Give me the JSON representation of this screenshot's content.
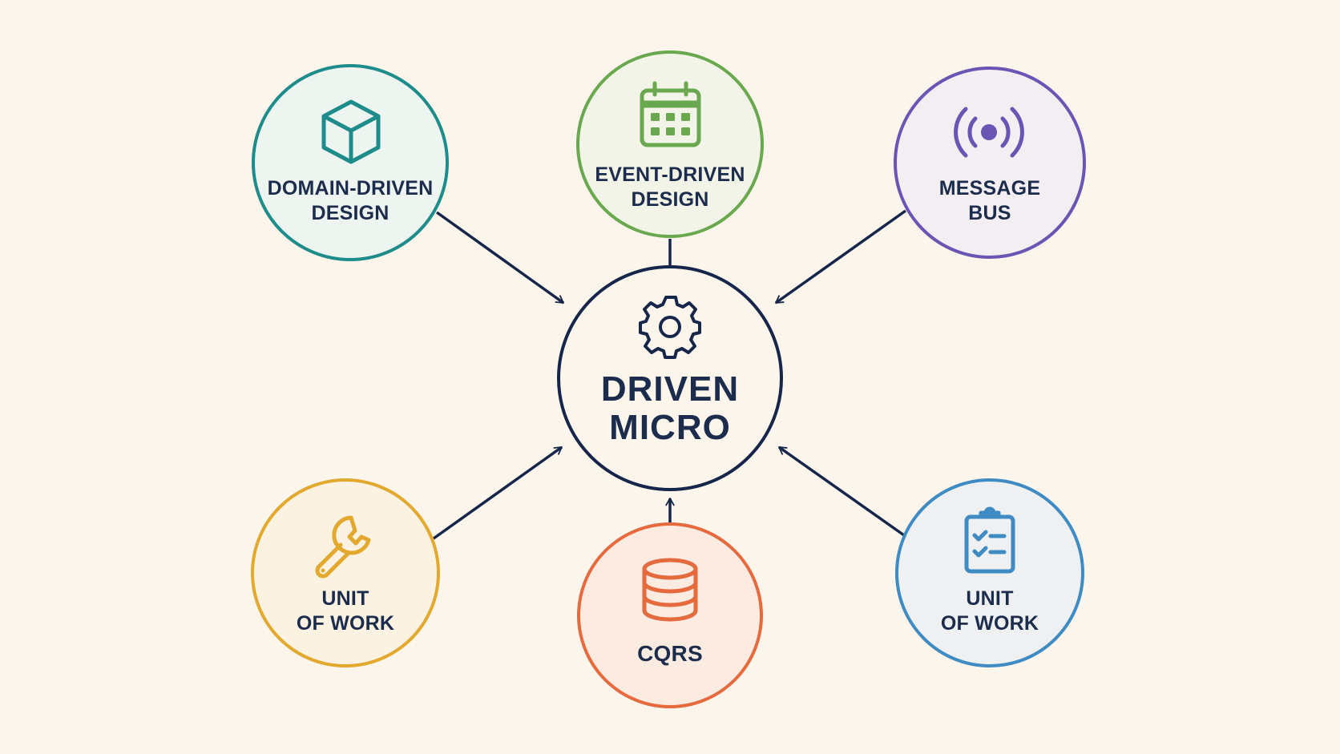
{
  "center": {
    "lines": [
      "DRIVEN",
      "MICRO"
    ],
    "icon": "gear-icon",
    "color": "#16264a"
  },
  "nodes": [
    {
      "id": "domain-driven-design",
      "lines": [
        "DOMAIN-DRIVEN",
        "DESIGN"
      ],
      "icon": "cube-icon",
      "color": "#1f8c8c",
      "fill": "#eef4ef"
    },
    {
      "id": "event-driven-design",
      "lines": [
        "EVENT-DRIVEN",
        "DESIGN"
      ],
      "icon": "calendar-icon",
      "color": "#6aa84f",
      "fill": "#f1f4e6"
    },
    {
      "id": "message-bus",
      "lines": [
        "MESSAGE",
        "BUS"
      ],
      "icon": "broadcast-icon",
      "color": "#6a55b4",
      "fill": "#f3eef2"
    },
    {
      "id": "unit-of-work-left",
      "lines": [
        "UNIT",
        "OF WORK"
      ],
      "icon": "wrench-icon",
      "color": "#e3a82e",
      "fill": "#fcf2e2"
    },
    {
      "id": "cqrs",
      "lines": [
        "CQRS"
      ],
      "icon": "database-icon",
      "color": "#e56b3e",
      "fill": "#fcebe0"
    },
    {
      "id": "unit-of-work-right",
      "lines": [
        "UNIT",
        "OF WORK"
      ],
      "icon": "clipboard-checklist-icon",
      "color": "#3f8bc3",
      "fill": "#eff0f1"
    }
  ]
}
